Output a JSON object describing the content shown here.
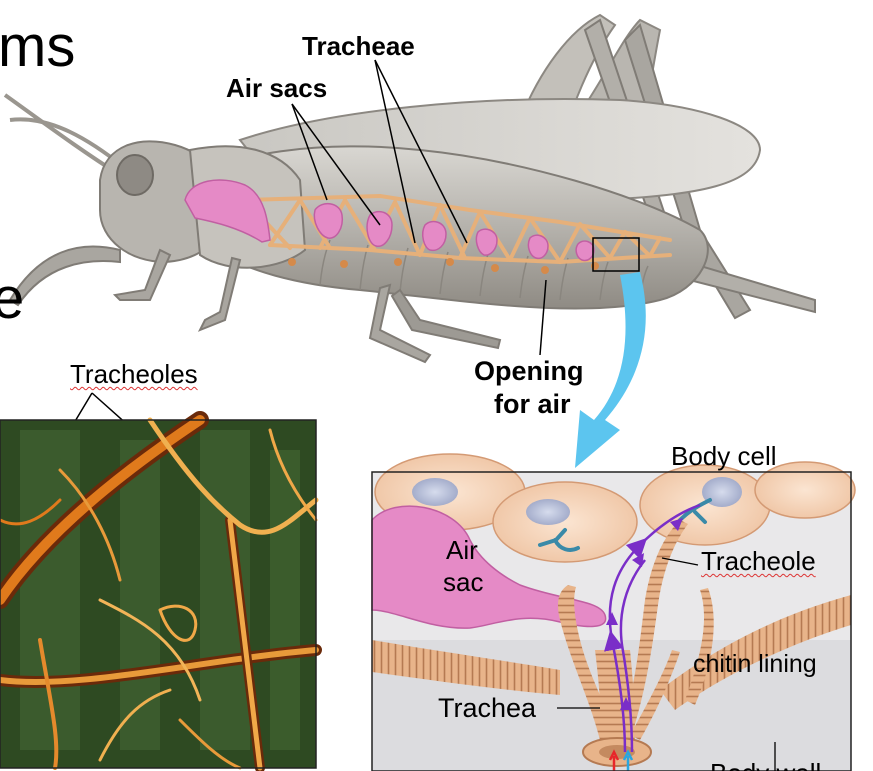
{
  "header_fragment": "ms",
  "left_fragment": "e",
  "labels": {
    "tracheae": "Tracheae",
    "air_sacs": "Air sacs",
    "opening_line1": "Opening",
    "opening_line2": "for air",
    "tracheoles": "Tracheoles",
    "body_cell": "Body cell",
    "air_sac_line1": "Air",
    "air_sac_line2": "sac",
    "tracheole": "Tracheole",
    "chitin_lining": "chitin lining",
    "trachea": "Trachea",
    "body_wall": "Body wall"
  },
  "colors": {
    "grasshopper_body": "#a9a6a0",
    "air_sac_pink": "#e58ac6",
    "trachea_tan": "#e6b07a",
    "micrograph_green": "#2e4a22",
    "micrograph_orange": "#e07a1c",
    "arrow_blue": "#5cc5ef",
    "path_purple": "#7a2ec8"
  }
}
